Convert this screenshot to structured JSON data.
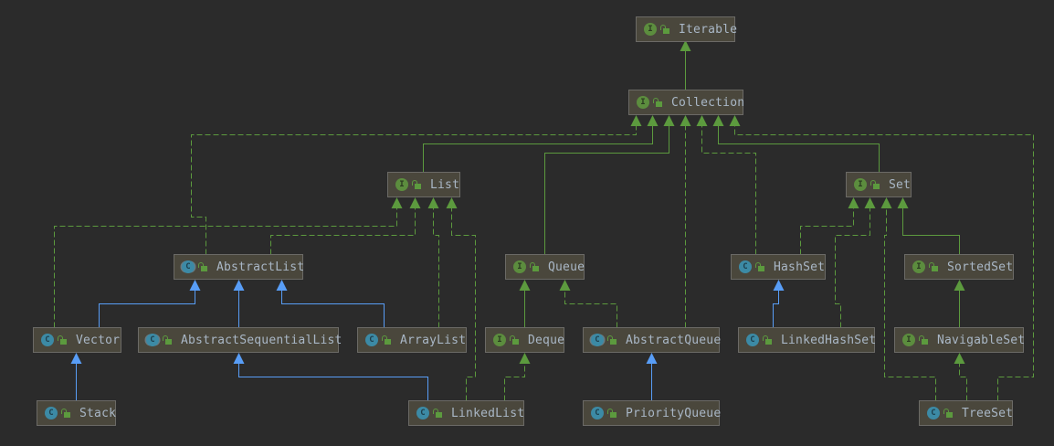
{
  "diagram": {
    "title": "Java Collection hierarchy",
    "colors": {
      "background": "#2b2b2b",
      "node_fill": "#4a473c",
      "node_border": "#6b6a66",
      "node_text": "#a9b7c6",
      "interface_edge": "#5c9a3e",
      "class_edge": "#589df6"
    },
    "nodes": [
      {
        "id": "Iterable",
        "label": "Iterable",
        "kind": "interface",
        "kind_glyph": "I"
      },
      {
        "id": "Collection",
        "label": "Collection",
        "kind": "interface",
        "kind_glyph": "I"
      },
      {
        "id": "List",
        "label": "List",
        "kind": "interface",
        "kind_glyph": "I"
      },
      {
        "id": "Set",
        "label": "Set",
        "kind": "interface",
        "kind_glyph": "I"
      },
      {
        "id": "AbstractList",
        "label": "AbstractList",
        "kind": "abstract",
        "kind_glyph": "C"
      },
      {
        "id": "Queue",
        "label": "Queue",
        "kind": "interface",
        "kind_glyph": "I"
      },
      {
        "id": "HashSet",
        "label": "HashSet",
        "kind": "class",
        "kind_glyph": "C"
      },
      {
        "id": "SortedSet",
        "label": "SortedSet",
        "kind": "interface",
        "kind_glyph": "I"
      },
      {
        "id": "Vector",
        "label": "Vector",
        "kind": "class",
        "kind_glyph": "C"
      },
      {
        "id": "AbstractSequentialList",
        "label": "AbstractSequentialList",
        "kind": "abstract",
        "kind_glyph": "C"
      },
      {
        "id": "ArrayList",
        "label": "ArrayList",
        "kind": "class",
        "kind_glyph": "C"
      },
      {
        "id": "Deque",
        "label": "Deque",
        "kind": "interface",
        "kind_glyph": "I"
      },
      {
        "id": "AbstractQueue",
        "label": "AbstractQueue",
        "kind": "abstract",
        "kind_glyph": "C"
      },
      {
        "id": "LinkedHashSet",
        "label": "LinkedHashSet",
        "kind": "class",
        "kind_glyph": "C"
      },
      {
        "id": "NavigableSet",
        "label": "NavigableSet",
        "kind": "interface",
        "kind_glyph": "I"
      },
      {
        "id": "Stack",
        "label": "Stack",
        "kind": "class",
        "kind_glyph": "C"
      },
      {
        "id": "LinkedList",
        "label": "LinkedList",
        "kind": "class",
        "kind_glyph": "C"
      },
      {
        "id": "PriorityQueue",
        "label": "PriorityQueue",
        "kind": "class",
        "kind_glyph": "C"
      },
      {
        "id": "TreeSet",
        "label": "TreeSet",
        "kind": "class",
        "kind_glyph": "C"
      }
    ],
    "edges": [
      {
        "from": "Collection",
        "to": "Iterable",
        "type": "extends-interface"
      },
      {
        "from": "AbstractList",
        "to": "Collection",
        "type": "implements"
      },
      {
        "from": "List",
        "to": "Collection",
        "type": "extends-interface"
      },
      {
        "from": "Queue",
        "to": "Collection",
        "type": "extends-interface"
      },
      {
        "from": "AbstractQueue",
        "to": "Collection",
        "type": "implements"
      },
      {
        "from": "HashSet",
        "to": "Collection",
        "type": "implements"
      },
      {
        "from": "Set",
        "to": "Collection",
        "type": "extends-interface"
      },
      {
        "from": "TreeSet",
        "to": "Collection",
        "type": "implements"
      },
      {
        "from": "Vector",
        "to": "List",
        "type": "implements"
      },
      {
        "from": "AbstractList",
        "to": "List",
        "type": "implements"
      },
      {
        "from": "ArrayList",
        "to": "List",
        "type": "implements"
      },
      {
        "from": "LinkedList",
        "to": "List",
        "type": "implements"
      },
      {
        "from": "HashSet",
        "to": "Set",
        "type": "implements"
      },
      {
        "from": "LinkedHashSet",
        "to": "Set",
        "type": "implements"
      },
      {
        "from": "TreeSet",
        "to": "Set",
        "type": "implements"
      },
      {
        "from": "SortedSet",
        "to": "Set",
        "type": "extends-interface"
      },
      {
        "from": "Vector",
        "to": "AbstractList",
        "type": "extends-class"
      },
      {
        "from": "AbstractSequentialList",
        "to": "AbstractList",
        "type": "extends-class"
      },
      {
        "from": "ArrayList",
        "to": "AbstractList",
        "type": "extends-class"
      },
      {
        "from": "Deque",
        "to": "Queue",
        "type": "extends-interface"
      },
      {
        "from": "AbstractQueue",
        "to": "Queue",
        "type": "implements"
      },
      {
        "from": "LinkedHashSet",
        "to": "HashSet",
        "type": "extends-class"
      },
      {
        "from": "NavigableSet",
        "to": "SortedSet",
        "type": "extends-interface"
      },
      {
        "from": "Stack",
        "to": "Vector",
        "type": "extends-class"
      },
      {
        "from": "LinkedList",
        "to": "AbstractSequentialList",
        "type": "extends-class"
      },
      {
        "from": "LinkedList",
        "to": "Deque",
        "type": "implements"
      },
      {
        "from": "PriorityQueue",
        "to": "AbstractQueue",
        "type": "extends-class"
      },
      {
        "from": "TreeSet",
        "to": "NavigableSet",
        "type": "implements"
      }
    ]
  }
}
